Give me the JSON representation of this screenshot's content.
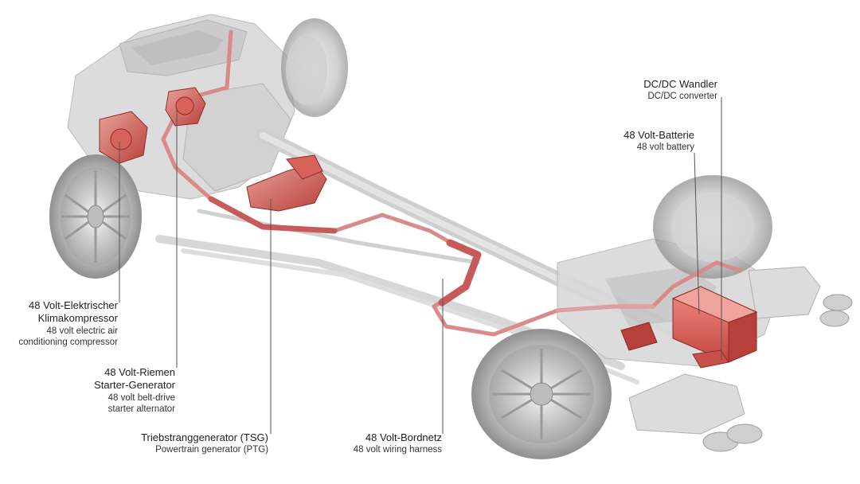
{
  "callouts": {
    "dcdc": {
      "de": "DC/DC Wandler",
      "en": "DC/DC converter"
    },
    "battery": {
      "de": "48 Volt-Batterie",
      "en": "48 volt battery"
    },
    "aircon": {
      "de_1": "48 Volt-Elektrischer",
      "de_2": "Klimakompressor",
      "en_1": "48 volt electric air",
      "en_2": "conditioning compressor"
    },
    "starter": {
      "de_1": "48 Volt-Riemen",
      "de_2": "Starter-Generator",
      "en_1": "48 volt belt-drive",
      "en_2": "starter alternator"
    },
    "tsg": {
      "de": "Triebstranggenerator (TSG)",
      "en": "Powertrain generator (PTG)"
    },
    "harness": {
      "de": "48 Volt-Bordnetz",
      "en": "48 volt wiring harness"
    }
  },
  "colors": {
    "highlight": "#c83a3a",
    "harness": "#d98a8a",
    "chassis": "#cfcfcf",
    "leader": "#555555"
  }
}
